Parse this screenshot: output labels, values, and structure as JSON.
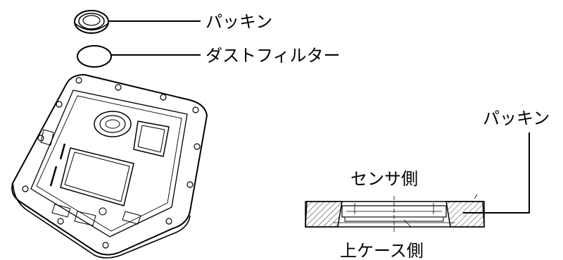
{
  "labels": {
    "packing_top": "パッキン",
    "dust_filter": "ダストフィルター",
    "packing_right": "パッキン",
    "sensor_side": "センサ側",
    "upper_case_side": "上ケース側"
  },
  "colors": {
    "stroke": "#000000",
    "background": "#ffffff"
  }
}
